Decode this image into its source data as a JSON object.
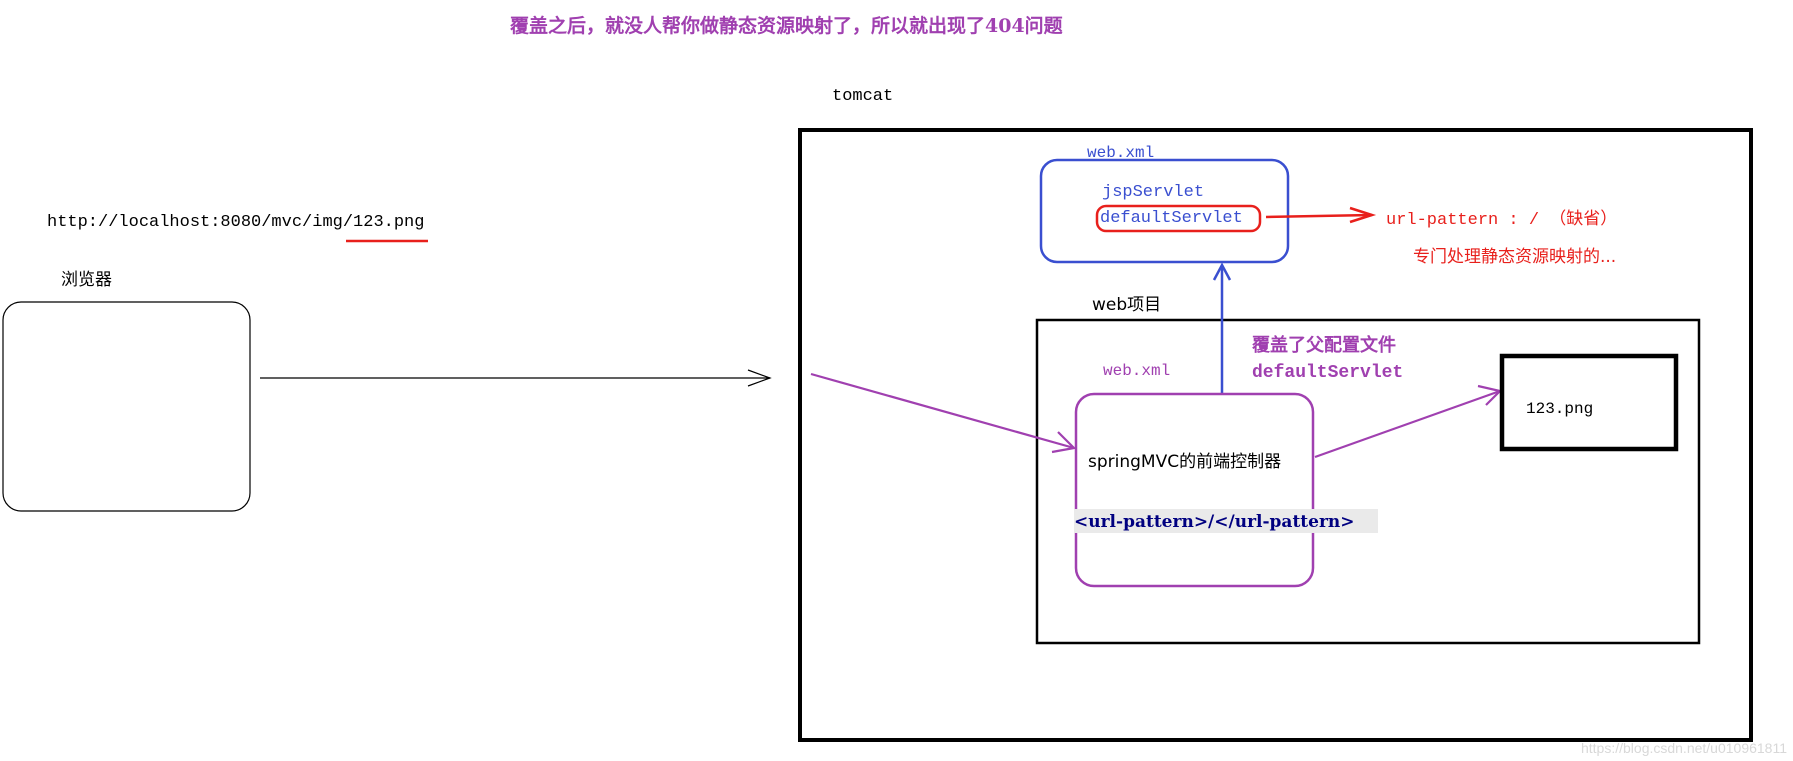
{
  "header": {
    "title": "覆盖之后，就没人帮你做静态资源映射了，所以就出现了404问题"
  },
  "browser": {
    "url": "http://localhost:8080/mvc/img/123.png",
    "label": "浏览器"
  },
  "tomcat": {
    "label": "tomcat",
    "webxml": {
      "label": "web.xml",
      "servlets": [
        "jspServlet",
        "defaultServlet"
      ]
    },
    "annotation": {
      "line1": "url-pattern : / （缺省）",
      "line2": "专门处理静态资源映射的..."
    },
    "webproject": {
      "label": "web项目",
      "override_line1": "覆盖了父配置文件",
      "override_line2": "defaultServlet",
      "webxml_label": "web.xml",
      "controller_label": "springMVC的前端控制器",
      "url_pattern": "<url-pattern>/</url-pattern>",
      "image_file": "123.png"
    }
  },
  "watermark": "https://blog.csdn.net/u010961811",
  "colors": {
    "purple": "#a040b0",
    "blue": "#3a4fd0",
    "red": "#e8201c",
    "navy": "#000080",
    "black": "#000000"
  }
}
